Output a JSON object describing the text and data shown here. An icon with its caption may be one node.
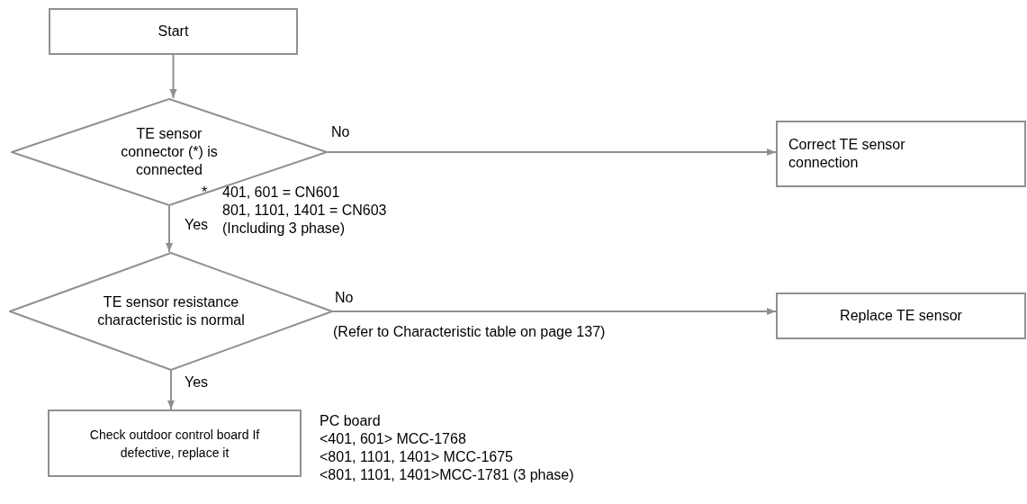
{
  "diagram": {
    "nodes": [
      {
        "text": [
          "Start"
        ]
      },
      {
        "text": [
          "TE sensor connector (*) is connected"
        ]
      },
      {
        "text": [
          "Correct TE sensor connection"
        ]
      },
      {
        "text": [
          "TE sensor resistance characteristic is normal"
        ]
      },
      {
        "text": [
          "Replace TE sensor"
        ]
      },
      {
        "text": [
          "Check outdoor control board If defective, replace it"
        ]
      }
    ],
    "edges": [
      {
        "from": 0,
        "to": 1,
        "arrow": "to"
      },
      {
        "from": 1,
        "to": 2,
        "arrow": "to",
        "label": "No"
      },
      {
        "from": 1,
        "to": 3,
        "arrow": "to",
        "label": "Yes"
      },
      {
        "from": 3,
        "to": 4,
        "arrow": "to",
        "label": "No"
      },
      {
        "from": 3,
        "to": 5,
        "arrow": "to",
        "label": "Yes"
      }
    ],
    "labels": [
      "*",
      "401, 601 = CN601",
      "801, 1101, 1401 = CN603",
      "(Including 3 phase)",
      "(Refer to Characteristic table on page 137)",
      "PC board",
      "<401, 601> MCC-1768",
      "<801, 1101, 1401> MCC-1675",
      "<801, 1101, 1401>MCC-1781 (3 phase)"
    ]
  }
}
